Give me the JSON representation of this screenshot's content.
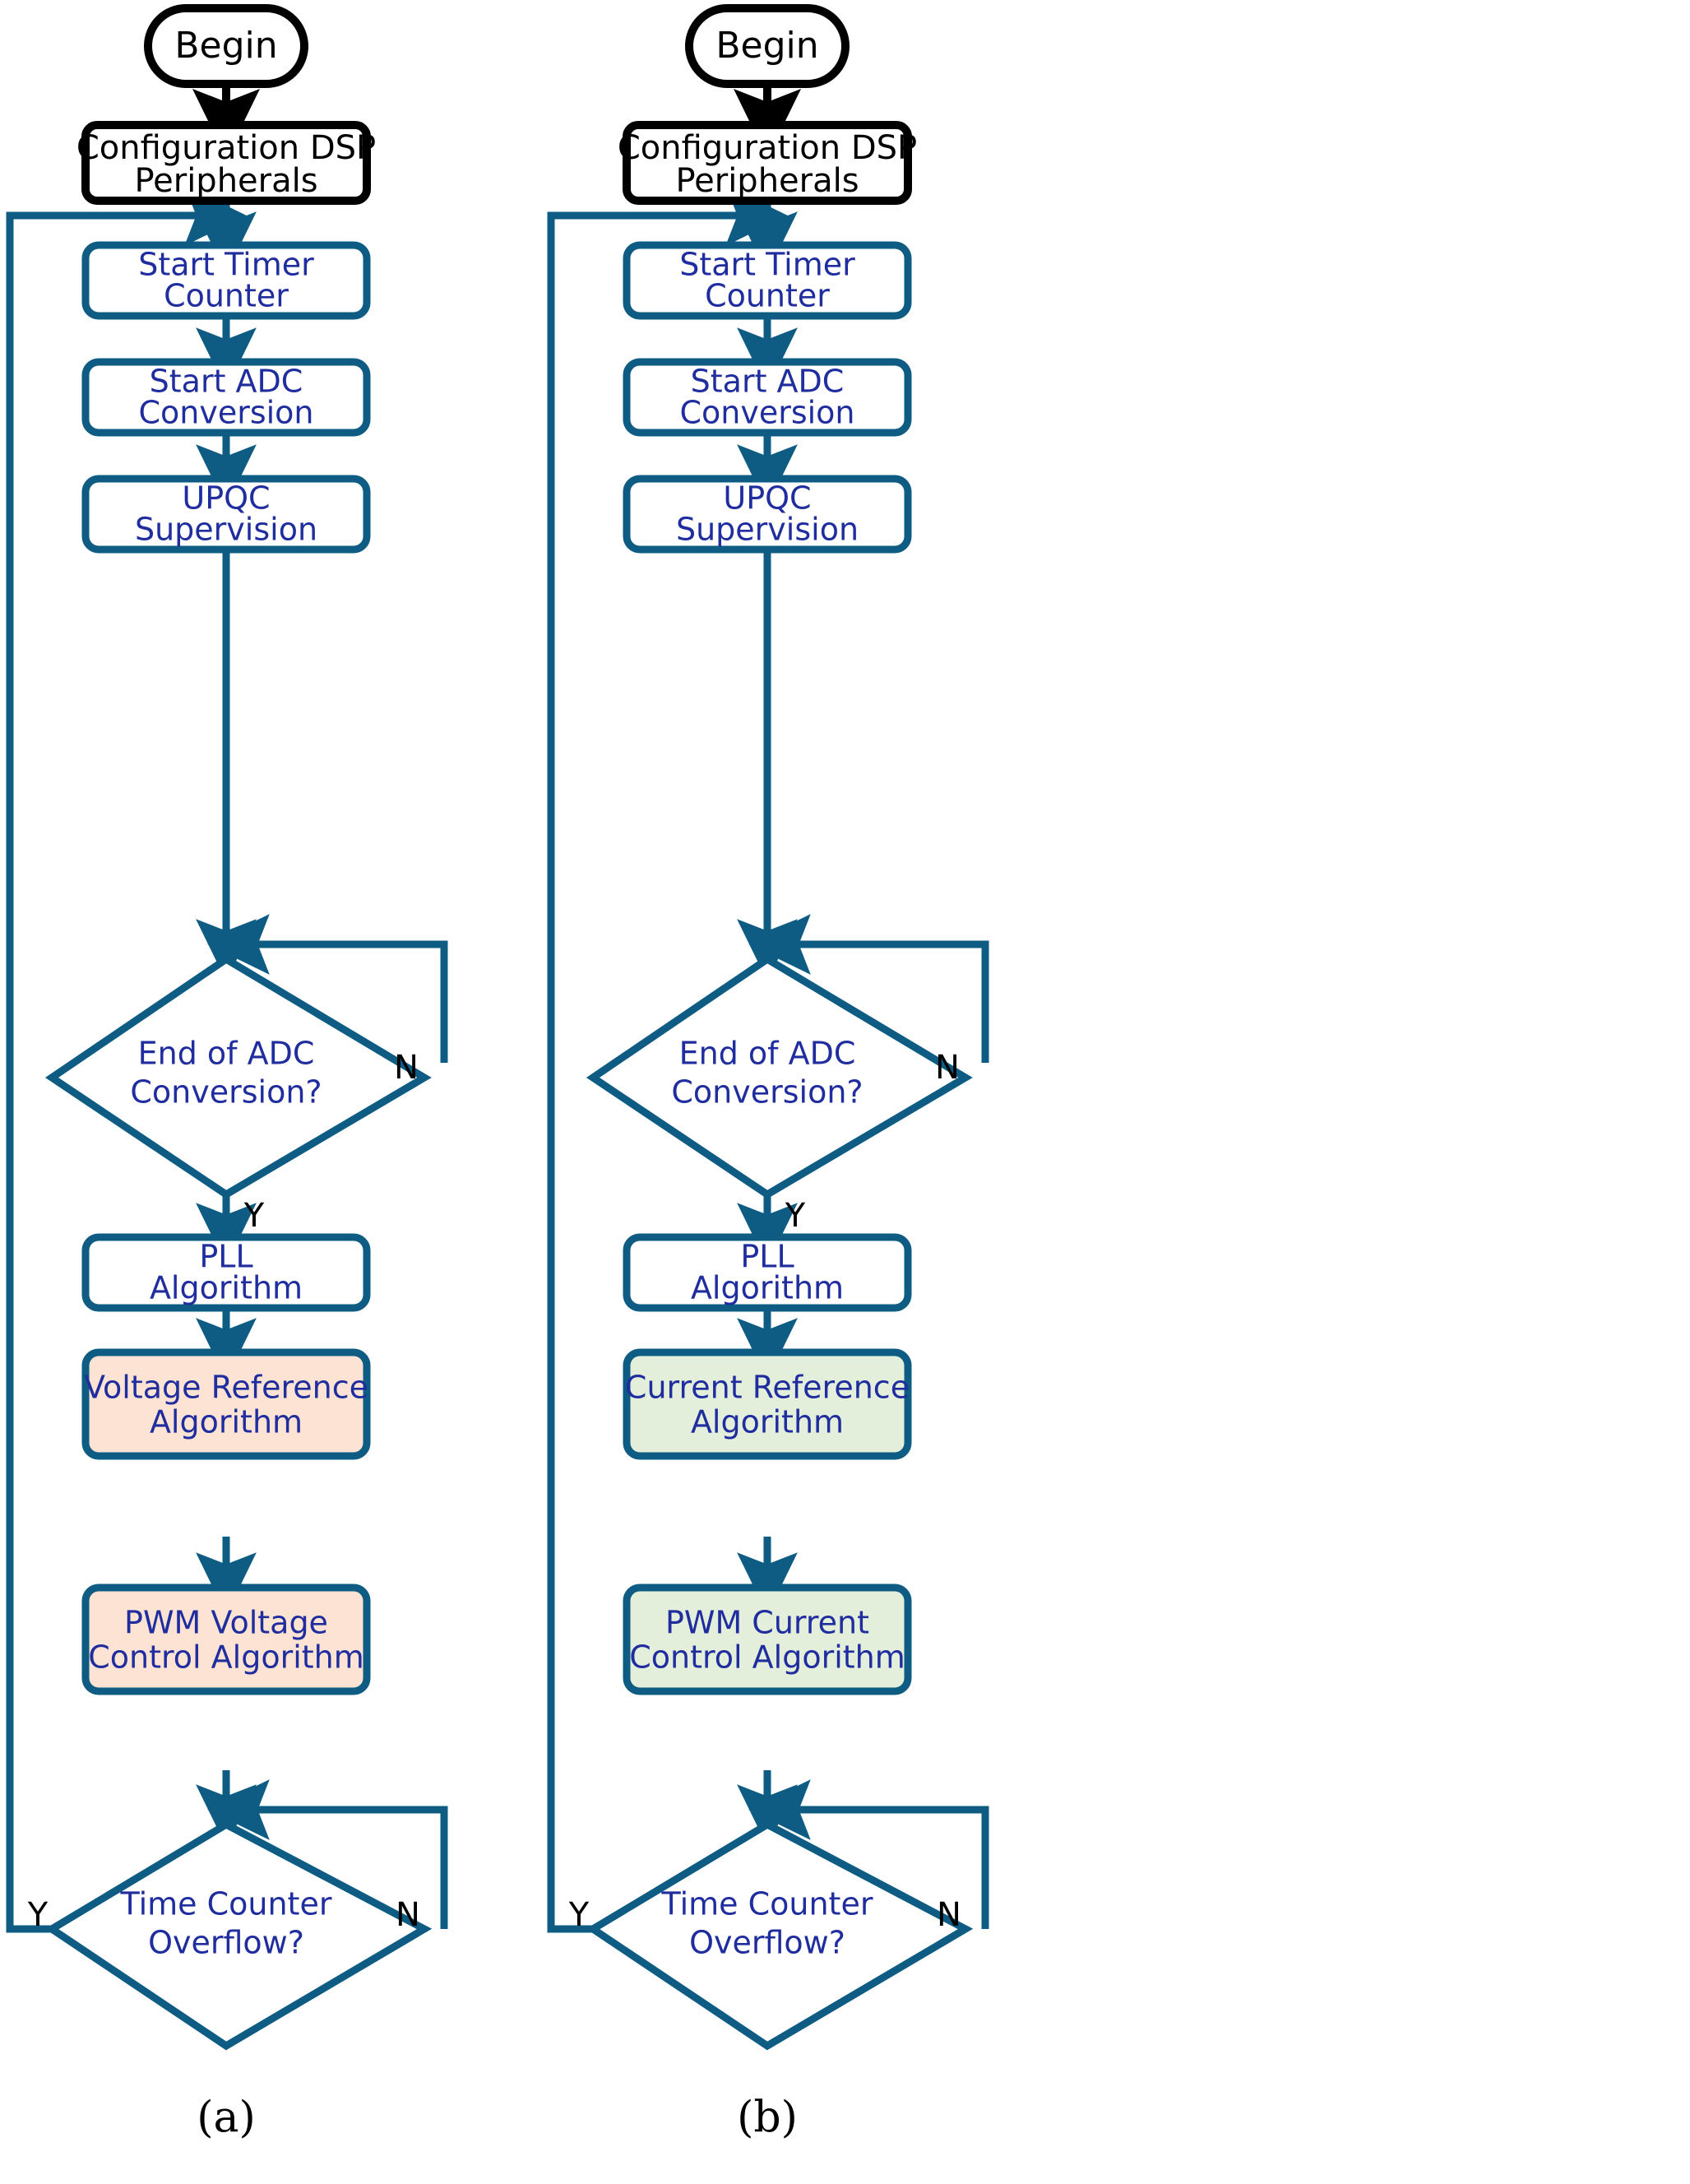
{
  "figure": {
    "type": "flowchart",
    "panels": [
      {
        "id": "a",
        "caption": "(a)",
        "nodes": [
          {
            "key": "begin",
            "shape": "terminator",
            "label_lines": [
              "Begin"
            ],
            "fill": "#FFFFFF",
            "stroke": "#000000",
            "text_color": "#000000"
          },
          {
            "key": "config",
            "shape": "process",
            "label_lines": [
              "Configuration DSP",
              "Peripherals"
            ],
            "fill": "#FFFFFF",
            "stroke": "#000000",
            "text_color": "#000000"
          },
          {
            "key": "timer",
            "shape": "process",
            "label_lines": [
              "Start Timer",
              "Counter"
            ],
            "fill": "#FFFFFF",
            "stroke": "#0E5C84",
            "text_color": "#1F2D9E"
          },
          {
            "key": "adc",
            "shape": "process",
            "label_lines": [
              "Start ADC",
              "Conversion"
            ],
            "fill": "#FFFFFF",
            "stroke": "#0E5C84",
            "text_color": "#1F2D9E"
          },
          {
            "key": "upqc",
            "shape": "process",
            "label_lines": [
              "UPQC",
              "Supervision"
            ],
            "fill": "#FFFFFF",
            "stroke": "#0E5C84",
            "text_color": "#1F2D9E"
          },
          {
            "key": "adc_done",
            "shape": "decision",
            "label_lines": [
              "End of ADC",
              "Conversion?"
            ],
            "fill": "#FFFFFF",
            "stroke": "#0E5C84",
            "text_color": "#1F2D9E"
          },
          {
            "key": "pll",
            "shape": "process",
            "label_lines": [
              "PLL",
              "Algorithm"
            ],
            "fill": "#FFFFFF",
            "stroke": "#0E5C84",
            "text_color": "#1F2D9E"
          },
          {
            "key": "ref",
            "shape": "process",
            "label_lines": [
              "Voltage Reference",
              "Algorithm"
            ],
            "fill": "#FCE3D3",
            "stroke": "#0E5C84",
            "text_color": "#1F2D9E"
          },
          {
            "key": "pwm",
            "shape": "process",
            "label_lines": [
              "PWM Voltage",
              "Control Algorithm"
            ],
            "fill": "#FCE3D3",
            "stroke": "#0E5C84",
            "text_color": "#1F2D9E"
          },
          {
            "key": "overflow",
            "shape": "decision",
            "label_lines": [
              "Time Counter",
              "Overflow?"
            ],
            "fill": "#FFFFFF",
            "stroke": "#0E5C84",
            "text_color": "#1F2D9E"
          }
        ],
        "edge_labels": {
          "adc_done_no": "N",
          "adc_done_yes": "Y",
          "overflow_yes": "Y",
          "overflow_no": "N"
        }
      },
      {
        "id": "b",
        "caption": "(b)",
        "nodes": [
          {
            "key": "begin",
            "shape": "terminator",
            "label_lines": [
              "Begin"
            ],
            "fill": "#FFFFFF",
            "stroke": "#000000",
            "text_color": "#000000"
          },
          {
            "key": "config",
            "shape": "process",
            "label_lines": [
              "Configuration DSP",
              "Peripherals"
            ],
            "fill": "#FFFFFF",
            "stroke": "#000000",
            "text_color": "#000000"
          },
          {
            "key": "timer",
            "shape": "process",
            "label_lines": [
              "Start Timer",
              "Counter"
            ],
            "fill": "#FFFFFF",
            "stroke": "#0E5C84",
            "text_color": "#1F2D9E"
          },
          {
            "key": "adc",
            "shape": "process",
            "label_lines": [
              "Start ADC",
              "Conversion"
            ],
            "fill": "#FFFFFF",
            "stroke": "#0E5C84",
            "text_color": "#1F2D9E"
          },
          {
            "key": "upqc",
            "shape": "process",
            "label_lines": [
              "UPQC",
              "Supervision"
            ],
            "fill": "#FFFFFF",
            "stroke": "#0E5C84",
            "text_color": "#1F2D9E"
          },
          {
            "key": "adc_done",
            "shape": "decision",
            "label_lines": [
              "End of ADC",
              "Conversion?"
            ],
            "fill": "#FFFFFF",
            "stroke": "#0E5C84",
            "text_color": "#1F2D9E"
          },
          {
            "key": "pll",
            "shape": "process",
            "label_lines": [
              "PLL",
              "Algorithm"
            ],
            "fill": "#FFFFFF",
            "stroke": "#0E5C84",
            "text_color": "#1F2D9E"
          },
          {
            "key": "ref",
            "shape": "process",
            "label_lines": [
              "Current Reference",
              "Algorithm"
            ],
            "fill": "#E3EFDA",
            "stroke": "#0E5C84",
            "text_color": "#1F2D9E"
          },
          {
            "key": "pwm",
            "shape": "process",
            "label_lines": [
              "PWM Current",
              "Control Algorithm"
            ],
            "fill": "#E3EFDA",
            "stroke": "#0E5C84",
            "text_color": "#1F2D9E"
          },
          {
            "key": "overflow",
            "shape": "decision",
            "label_lines": [
              "Time Counter",
              "Overflow?"
            ],
            "fill": "#FFFFFF",
            "stroke": "#0E5C84",
            "text_color": "#1F2D9E"
          }
        ],
        "edge_labels": {
          "adc_done_no": "N",
          "adc_done_yes": "Y",
          "overflow_yes": "Y",
          "overflow_no": "N"
        }
      }
    ],
    "colors": {
      "black": "#000000",
      "teal_line": "#0E5C84",
      "navy_text": "#1F2D9E",
      "peach_fill": "#FCE3D3",
      "green_fill": "#E3EFDA",
      "white": "#FFFFFF"
    }
  }
}
